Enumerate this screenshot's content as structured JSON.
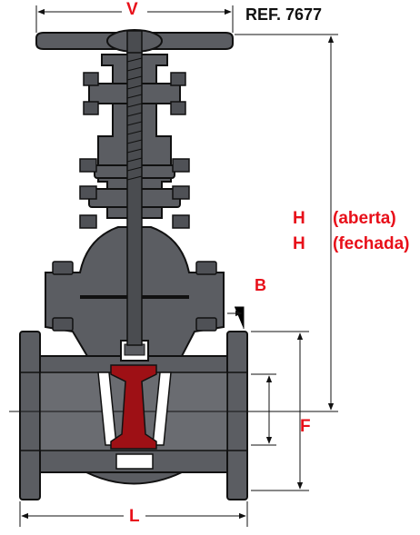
{
  "reference": "REF. 7677",
  "dimension_labels": {
    "v": "V",
    "h_open_key": "H",
    "h_open_text": "(aberta)",
    "h_closed_key": "H",
    "h_closed_text": "(fechada)",
    "b": "B",
    "f": "F",
    "l": "L"
  },
  "colors": {
    "body": "#5b5d62",
    "outline": "#111111",
    "gate": "#9e1015",
    "label": "#e8101a",
    "stem": "#4a4c50"
  }
}
